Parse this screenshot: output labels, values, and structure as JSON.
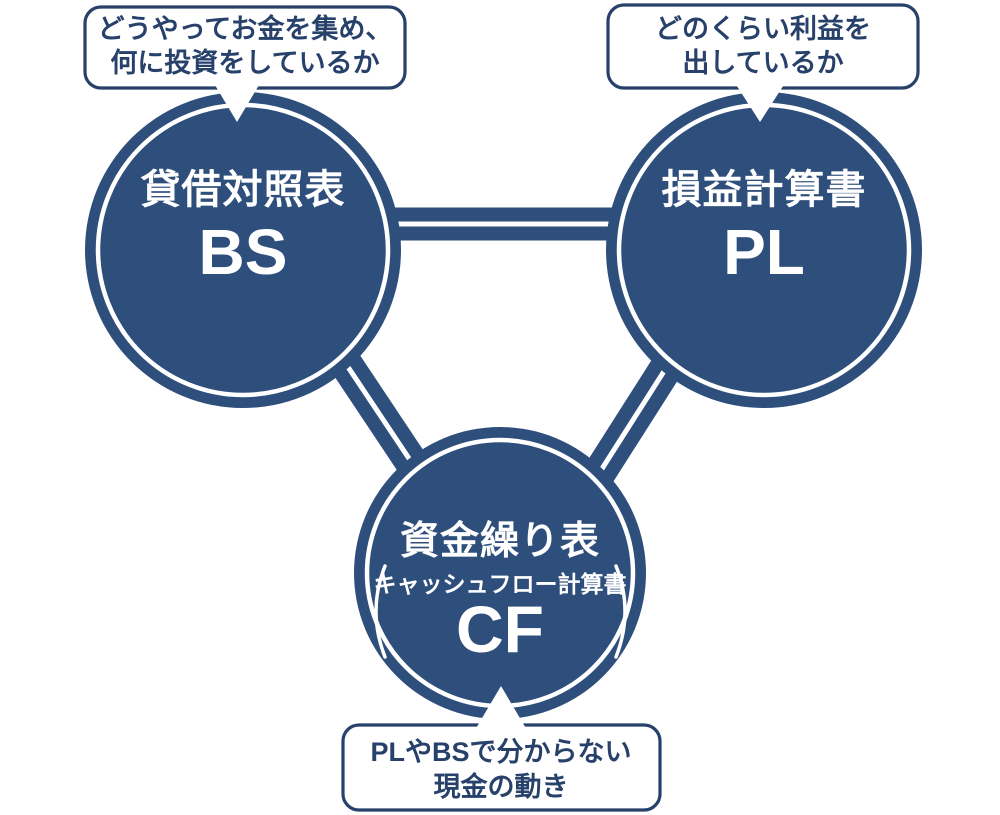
{
  "colors": {
    "primary_blue": "#2e4e7c",
    "bubble_blue": "#27416b",
    "background": "#ffffff"
  },
  "diagram": {
    "nodes": {
      "bs": {
        "title": "貸借対照表",
        "abbr": "BS"
      },
      "pl": {
        "title": "損益計算書",
        "abbr": "PL"
      },
      "cf": {
        "title": "資金繰り表",
        "subtitle": "キャッシュフロー計算書",
        "abbr": "CF"
      }
    },
    "callouts": {
      "bs": {
        "line1": "どうやってお金を集め、",
        "line2": "何に投資をしているか"
      },
      "pl": {
        "line1": "どのくらい利益を",
        "line2": "出しているか"
      },
      "cf": {
        "line1": "PLやBSで分からない",
        "line2": "現金の動き"
      }
    }
  }
}
